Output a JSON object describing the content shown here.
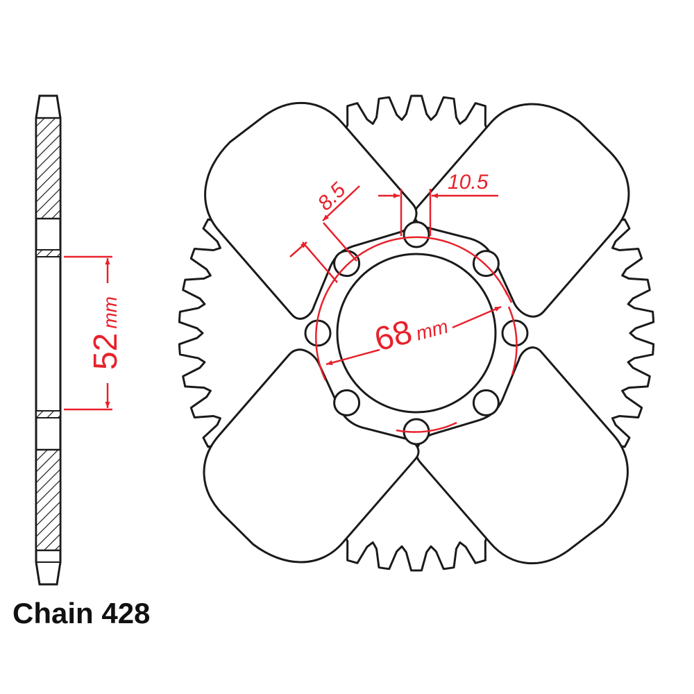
{
  "caption": "Chain 428",
  "dimensions": {
    "side_height": {
      "value": "52",
      "unit": "mm"
    },
    "bolt_circle": {
      "value": "68",
      "unit": "mm"
    },
    "bolt_hole": {
      "value": "8.5"
    },
    "slot_gap": {
      "value": "10.5"
    }
  },
  "sprocket": {
    "bolt_holes": 8,
    "lightening_holes": 4
  },
  "colors": {
    "outline": "#1a1a1a",
    "dimension": "#e8212b",
    "background": "#ffffff"
  }
}
